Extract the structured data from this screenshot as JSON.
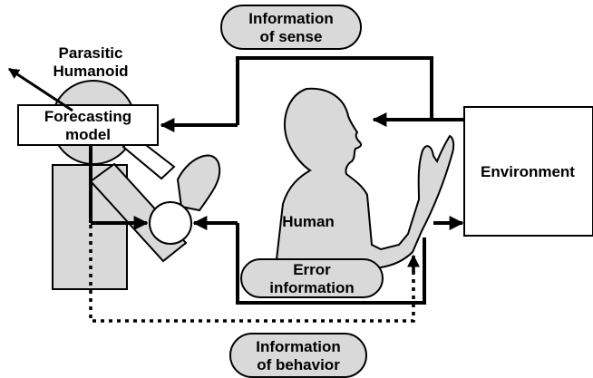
{
  "labels": {
    "sense_line1": "Information",
    "sense_line2": "of sense",
    "parasitic_line1": "Parasitic",
    "parasitic_line2": "Humanoid",
    "forecast_line1": "Forecasting",
    "forecast_line2": "model",
    "human": "Human",
    "error_line1": "Error",
    "error_line2": "information",
    "environment": "Environment",
    "behavior_line1": "Information",
    "behavior_line2": "of behavior"
  },
  "colors": {
    "fill_gray": "#d9d9d9",
    "stroke": "#000000"
  }
}
